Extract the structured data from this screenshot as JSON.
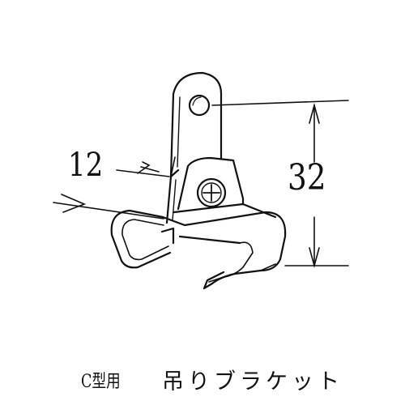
{
  "dimensions": {
    "width_label": "12",
    "height_label": "32"
  },
  "caption": {
    "type_label": "C型用",
    "part_name": "吊りブラケット"
  },
  "colors": {
    "ink": "#111111",
    "background": "#ffffff"
  }
}
